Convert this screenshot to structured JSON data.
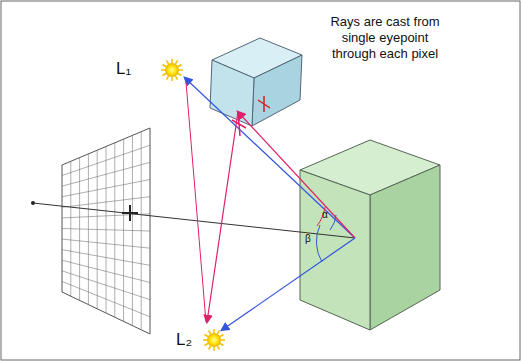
{
  "diagram": {
    "labels": [
      "L₁",
      "Rays are cast from single eyepoint through each pixel",
      "α",
      "β",
      "L₂"
    ]
  }
}
